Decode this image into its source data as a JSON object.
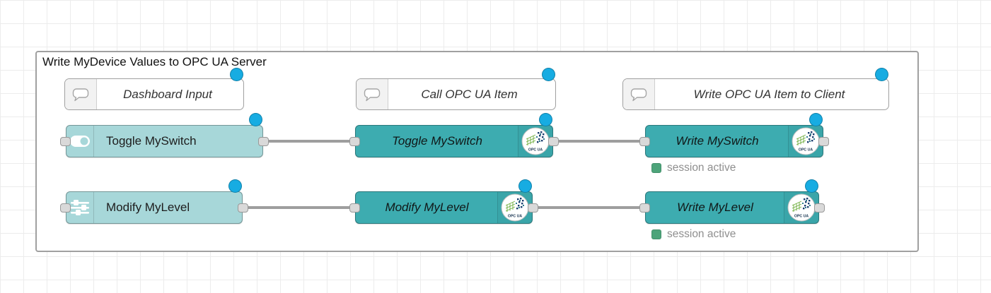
{
  "group": {
    "label": "Write MyDevice Values to OPC UA Server"
  },
  "comments": [
    {
      "label": "Dashboard Input"
    },
    {
      "label": "Call OPC UA Item"
    },
    {
      "label": "Write OPC UA Item to Client"
    }
  ],
  "nodes": [
    {
      "label": "Toggle MySwitch",
      "icon": "toggle-switch-icon"
    },
    {
      "label": "Modify MyLevel",
      "icon": "sliders-icon"
    },
    {
      "label": "Toggle MySwitch",
      "icon": "opcua-logo-icon"
    },
    {
      "label": "Modify MyLevel",
      "icon": "opcua-logo-icon"
    },
    {
      "label": "Write MySwitch",
      "icon": "opcua-logo-icon",
      "status": "session active"
    },
    {
      "label": "Write MyLevel",
      "icon": "opcua-logo-icon",
      "status": "session active"
    }
  ],
  "opcua_badge_label": "OPC UA",
  "colors": {
    "node_light": "#a7d7d9",
    "node_dark": "#3dacb0",
    "changed_marker": "#17ace2",
    "status_ok_green": "#4da47a",
    "wire_gray": "#9e9e9e",
    "group_border": "#a0a0a0",
    "status_text_gray": "#8f8f8f"
  }
}
